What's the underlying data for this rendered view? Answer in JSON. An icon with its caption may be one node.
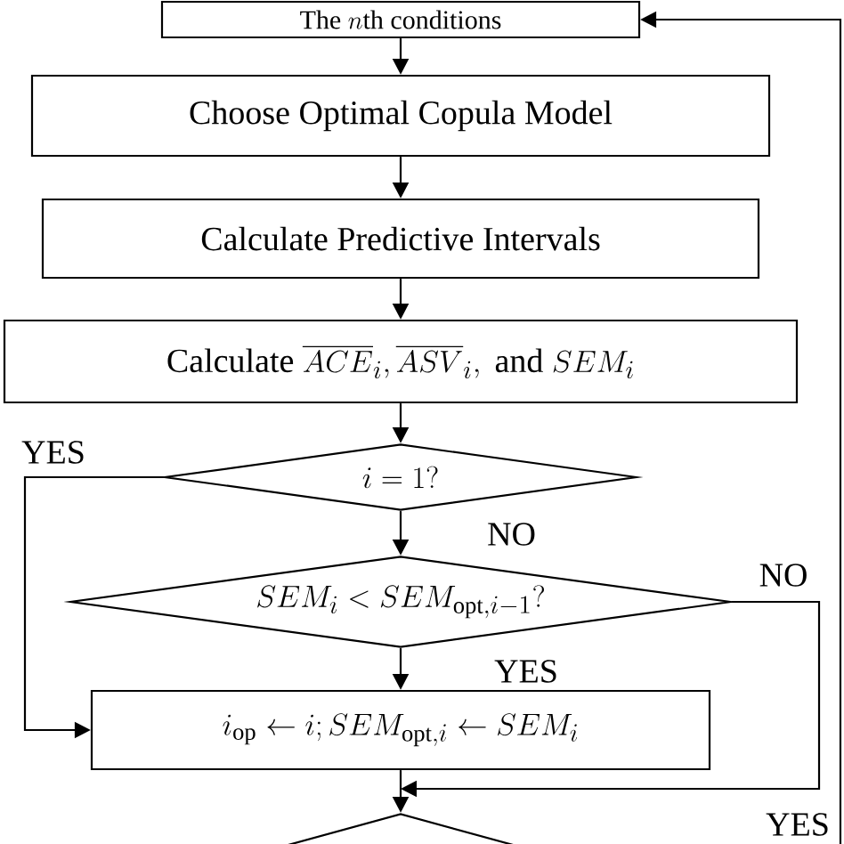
{
  "diagram": {
    "nodes": [
      {
        "text": [
          "\\text{The }n\\text{th conditions}"
        ]
      },
      {
        "text": [
          "Choose Optimal Copula Model"
        ]
      },
      {
        "text": [
          "Calculate Predictive Intervals"
        ]
      },
      {
        "text": [
          "\\text{Calculate }\\overline{ACE}_i,\\overline{ASV}_i,\\text{ and }SEM_i"
        ]
      },
      {
        "text": [
          "i=1?"
        ]
      },
      {
        "text": [
          "SEM_i<SEM_{\\mathrm{opt},i-1}?"
        ]
      },
      {
        "text": [
          "i_{\\mathrm{op}}\\leftarrow i;SEM_{\\mathrm{opt},i}\\leftarrow SEM_i"
        ]
      },
      {
        "text": [],
        "shape": "diamond"
      }
    ],
    "edges": [
      {
        "from": 0,
        "to": 1,
        "arrow": "to"
      },
      {
        "from": 1,
        "to": 2,
        "arrow": "to"
      },
      {
        "from": 2,
        "to": 3,
        "arrow": "to"
      },
      {
        "from": 3,
        "to": 4,
        "arrow": "to"
      },
      {
        "from": 4,
        "to": 5,
        "arrow": "to",
        "label": "NO"
      },
      {
        "from": 4,
        "to": 6,
        "arrow": "to",
        "label": "YES"
      },
      {
        "from": 5,
        "to": 6,
        "arrow": "to",
        "label": "YES"
      },
      {
        "from": 5,
        "to": 7,
        "arrow": "to",
        "label": "NO"
      },
      {
        "from": 6,
        "to": 7,
        "arrow": "to"
      },
      {
        "from": 7,
        "to": 0,
        "arrow": "to",
        "label": "YES"
      }
    ]
  }
}
